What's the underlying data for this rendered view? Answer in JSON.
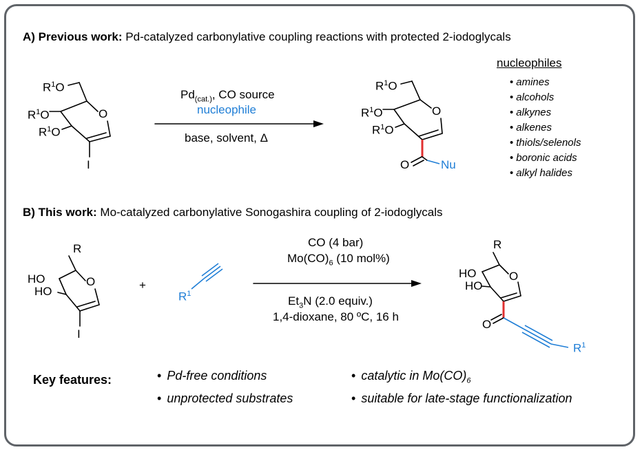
{
  "section_a": {
    "label": "A) Previous work:",
    "title": "Pd-catalyzed carbonylative coupling reactions with protected 2-iodoglycals",
    "reagent_pd": "Pd",
    "reagent_pd_sub": "(cat.)",
    "reagent_co": ", CO source",
    "reagent_nucleophile": "nucleophile",
    "conditions": "base, solvent, Δ",
    "nucleophiles_heading": "nucleophiles",
    "nucleophiles": [
      "amines",
      "alcohols",
      "alkynes",
      "alkenes",
      "thiols/selenols",
      "boronic acids",
      "alkyl halides"
    ],
    "atom_R": "R",
    "atom_R_sup": "1",
    "atom_O": "O",
    "atom_I": "I",
    "atom_Nu": "Nu"
  },
  "section_b": {
    "label": "B) This work:",
    "title": "Mo-catalyzed carbonylative Sonogashira coupling of 2-iodoglycals",
    "plus": "+",
    "reagent_1": "CO (4 bar)",
    "reagent_2_main": "Mo(CO)",
    "reagent_2_sub": "6",
    "reagent_2_tail": " (10 mol%)",
    "reagent_3_main": "Et",
    "reagent_3_sub": "3",
    "reagent_3_tail": "N (2.0 equiv.)",
    "reagent_4": "1,4-dioxane, 80 ºC, 16 h",
    "atom_HO": "HO",
    "atom_R": "R",
    "atom_R1": "R",
    "atom_R1_sup": "1",
    "atom_O": "O",
    "atom_I": "I"
  },
  "key_features": {
    "label": "Key features:",
    "items": [
      "Pd-free conditions",
      "catalytic in Mo(CO)",
      "unprotected substrates",
      "suitable for late-stage functionalization"
    ],
    "item_2_sub": "6"
  },
  "colors": {
    "frame": "#5f6368",
    "accent_blue": "#1f7ed6",
    "bond_red": "#e03030"
  }
}
